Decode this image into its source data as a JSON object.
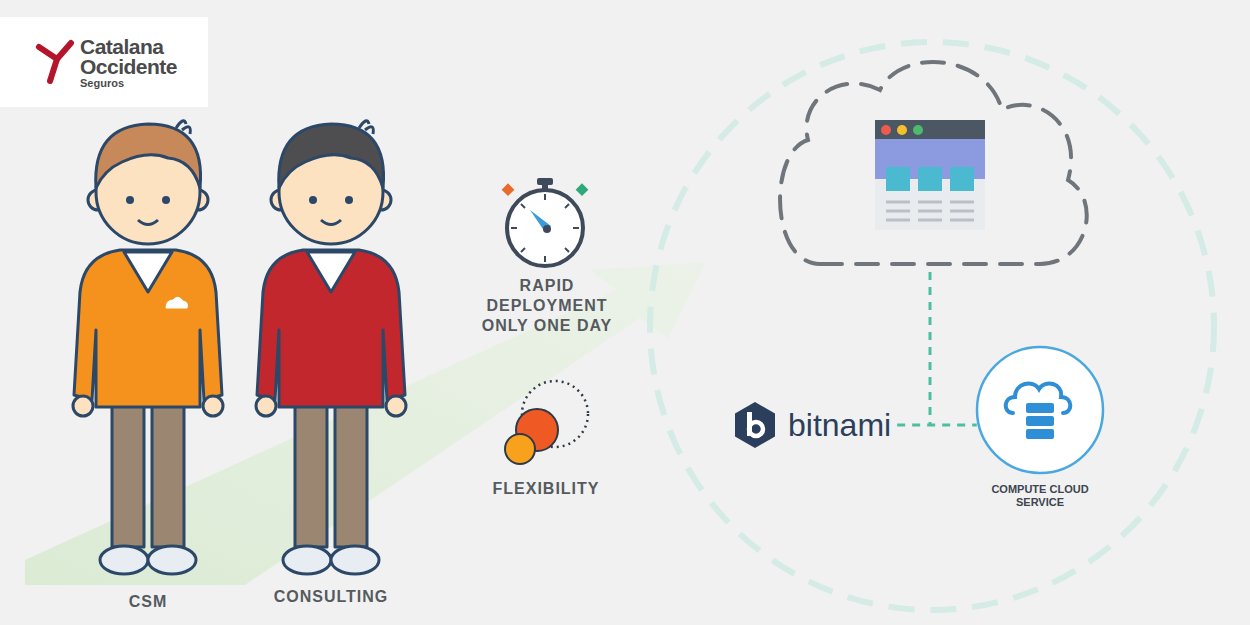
{
  "diagram": {
    "nodes": [
      {
        "text": [
          "Catalana Occidente",
          "Seguros"
        ]
      },
      {
        "text": [
          "bitnami"
        ]
      },
      {
        "text": [
          "COMPUTE CLOUD SERVICE"
        ]
      }
    ],
    "edges": [
      {
        "from": 1,
        "to": 2,
        "arrow": "none"
      }
    ],
    "labels": [
      "RAPID DEPLOYMENT ONLY ONE DAY",
      "FLEXIBILITY",
      "CSM",
      "CONSULTING"
    ]
  }
}
